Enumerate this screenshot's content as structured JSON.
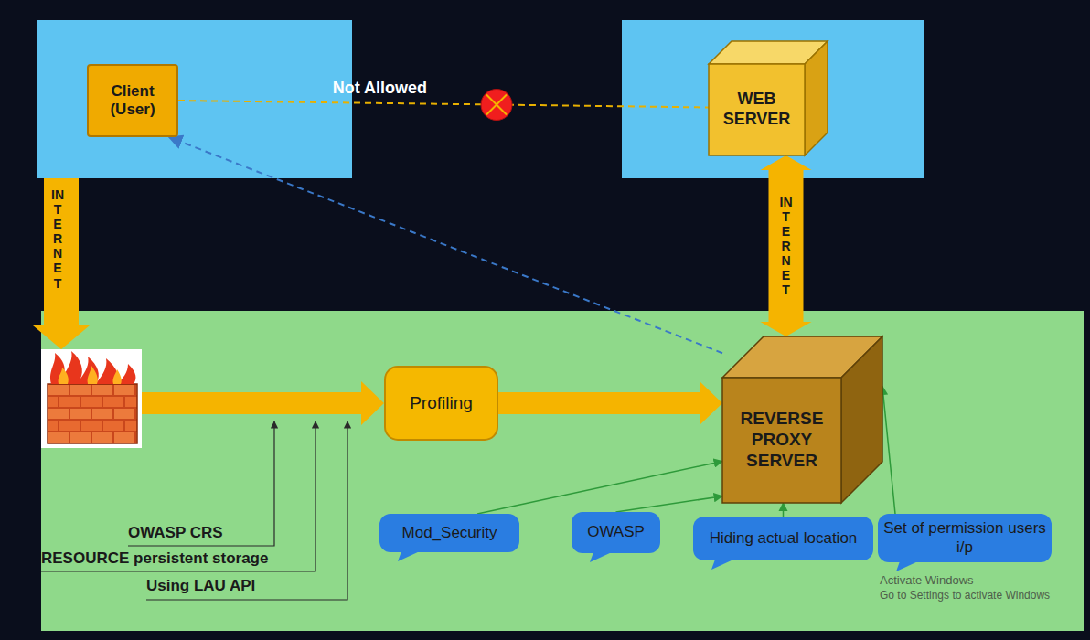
{
  "diagram": {
    "nodes": [
      {
        "text": [
          "Client (User)"
        ]
      },
      {
        "text": [
          "WEB SERVER"
        ]
      },
      {
        "text": [
          "Profiling"
        ]
      },
      {
        "text": [
          "REVERSE PROXY SERVER"
        ]
      },
      {
        "text": [
          "Mod_Security"
        ]
      },
      {
        "text": [
          "OWASP"
        ]
      },
      {
        "text": [
          "Hiding actual location"
        ]
      },
      {
        "text": [
          "Set of permission users i/p"
        ]
      }
    ],
    "edges": [
      {
        "from": 0,
        "to": 1,
        "arrow": "none",
        "label": "Not Allowed"
      },
      {
        "from": 2,
        "to": 3,
        "arrow": "to"
      },
      {
        "from": 1,
        "to": 3,
        "arrow": "both",
        "label": "INTERNET"
      },
      {
        "from": 3,
        "to": 0,
        "arrow": "to"
      },
      {
        "from": 4,
        "to": 3,
        "arrow": "to"
      },
      {
        "from": 5,
        "to": 3,
        "arrow": "to"
      },
      {
        "from": 6,
        "to": 3,
        "arrow": "to"
      },
      {
        "from": 7,
        "to": 3,
        "arrow": "to"
      }
    ],
    "labels": [
      "INTERNET",
      "OWASP CRS",
      "RESOURCE persistent storage",
      "Using LAU API",
      "Activate Windows",
      "Go to Settings to activate Windows"
    ]
  }
}
